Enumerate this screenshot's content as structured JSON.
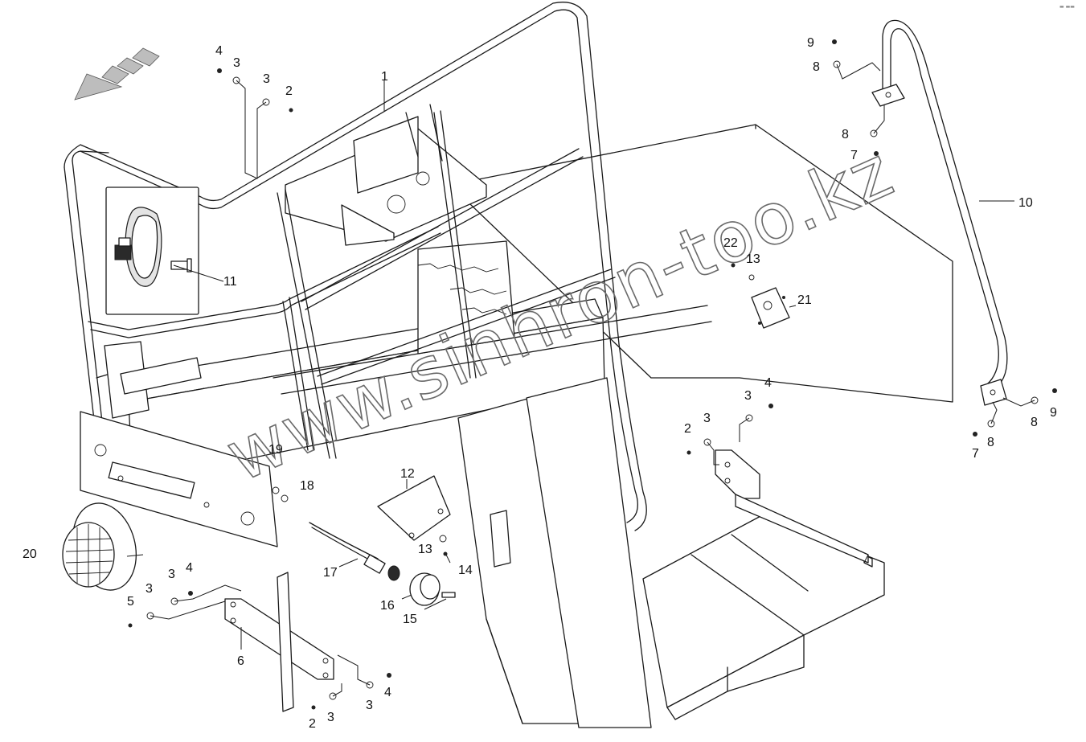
{
  "watermark": "www.sinhron-too.kz",
  "callouts": [
    {
      "id": "c1",
      "label": "1"
    },
    {
      "id": "c2a",
      "label": "2"
    },
    {
      "id": "c2b",
      "label": "2"
    },
    {
      "id": "c2c",
      "label": "2"
    },
    {
      "id": "c3a",
      "label": "3"
    },
    {
      "id": "c3b",
      "label": "3"
    },
    {
      "id": "c3c",
      "label": "3"
    },
    {
      "id": "c3d",
      "label": "3"
    },
    {
      "id": "c3e",
      "label": "3"
    },
    {
      "id": "c3f",
      "label": "3"
    },
    {
      "id": "c3g",
      "label": "3"
    },
    {
      "id": "c3h",
      "label": "3"
    },
    {
      "id": "c4a",
      "label": "4"
    },
    {
      "id": "c4b",
      "label": "4"
    },
    {
      "id": "c4c",
      "label": "4"
    },
    {
      "id": "c4d",
      "label": "4"
    },
    {
      "id": "c5",
      "label": "5"
    },
    {
      "id": "c6",
      "label": "6"
    },
    {
      "id": "c7a",
      "label": "7"
    },
    {
      "id": "c7b",
      "label": "7"
    },
    {
      "id": "c8a",
      "label": "8"
    },
    {
      "id": "c8b",
      "label": "8"
    },
    {
      "id": "c8c",
      "label": "8"
    },
    {
      "id": "c8d",
      "label": "8"
    },
    {
      "id": "c9a",
      "label": "9"
    },
    {
      "id": "c9b",
      "label": "9"
    },
    {
      "id": "c10",
      "label": "10"
    },
    {
      "id": "c11",
      "label": "11"
    },
    {
      "id": "c12",
      "label": "12"
    },
    {
      "id": "c13a",
      "label": "13"
    },
    {
      "id": "c13b",
      "label": "13"
    },
    {
      "id": "c14",
      "label": "14"
    },
    {
      "id": "c15",
      "label": "15"
    },
    {
      "id": "c16",
      "label": "16"
    },
    {
      "id": "c17",
      "label": "17"
    },
    {
      "id": "c18",
      "label": "18"
    },
    {
      "id": "c19",
      "label": "19"
    },
    {
      "id": "c20",
      "label": "20"
    },
    {
      "id": "c21",
      "label": "21"
    },
    {
      "id": "c22",
      "label": "22"
    }
  ]
}
